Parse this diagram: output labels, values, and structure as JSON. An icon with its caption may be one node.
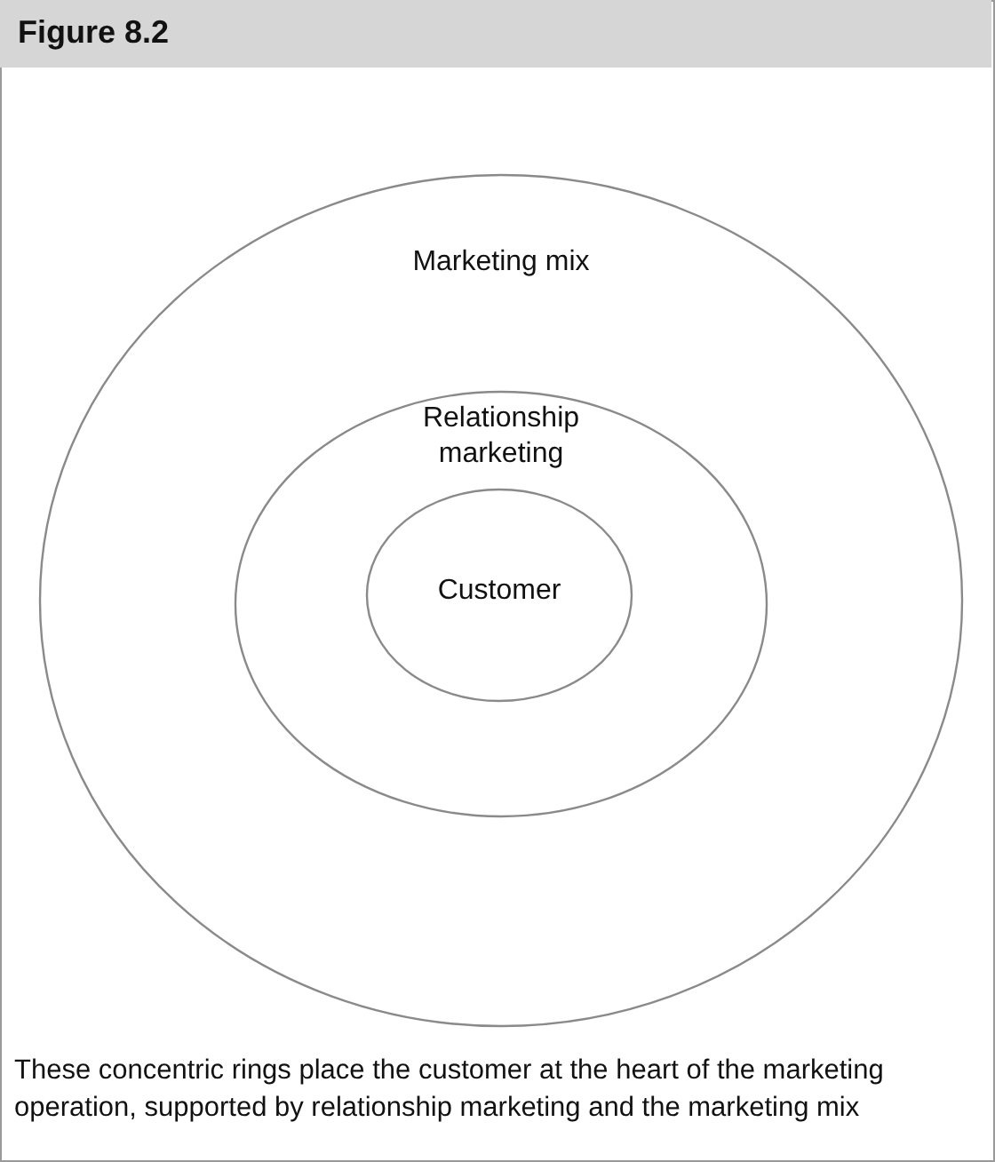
{
  "diagram": {
    "title": "Figure 8.2",
    "caption": "These concentric rings place the customer at the heart of the marketing operation, supported by relationship marketing and the marketing mix",
    "nodes": [
      {
        "text": [
          "Marketing mix"
        ]
      },
      {
        "text": [
          "Relationship marketing"
        ],
        "in": 0
      },
      {
        "text": [
          "Customer"
        ],
        "in": 1
      }
    ]
  }
}
